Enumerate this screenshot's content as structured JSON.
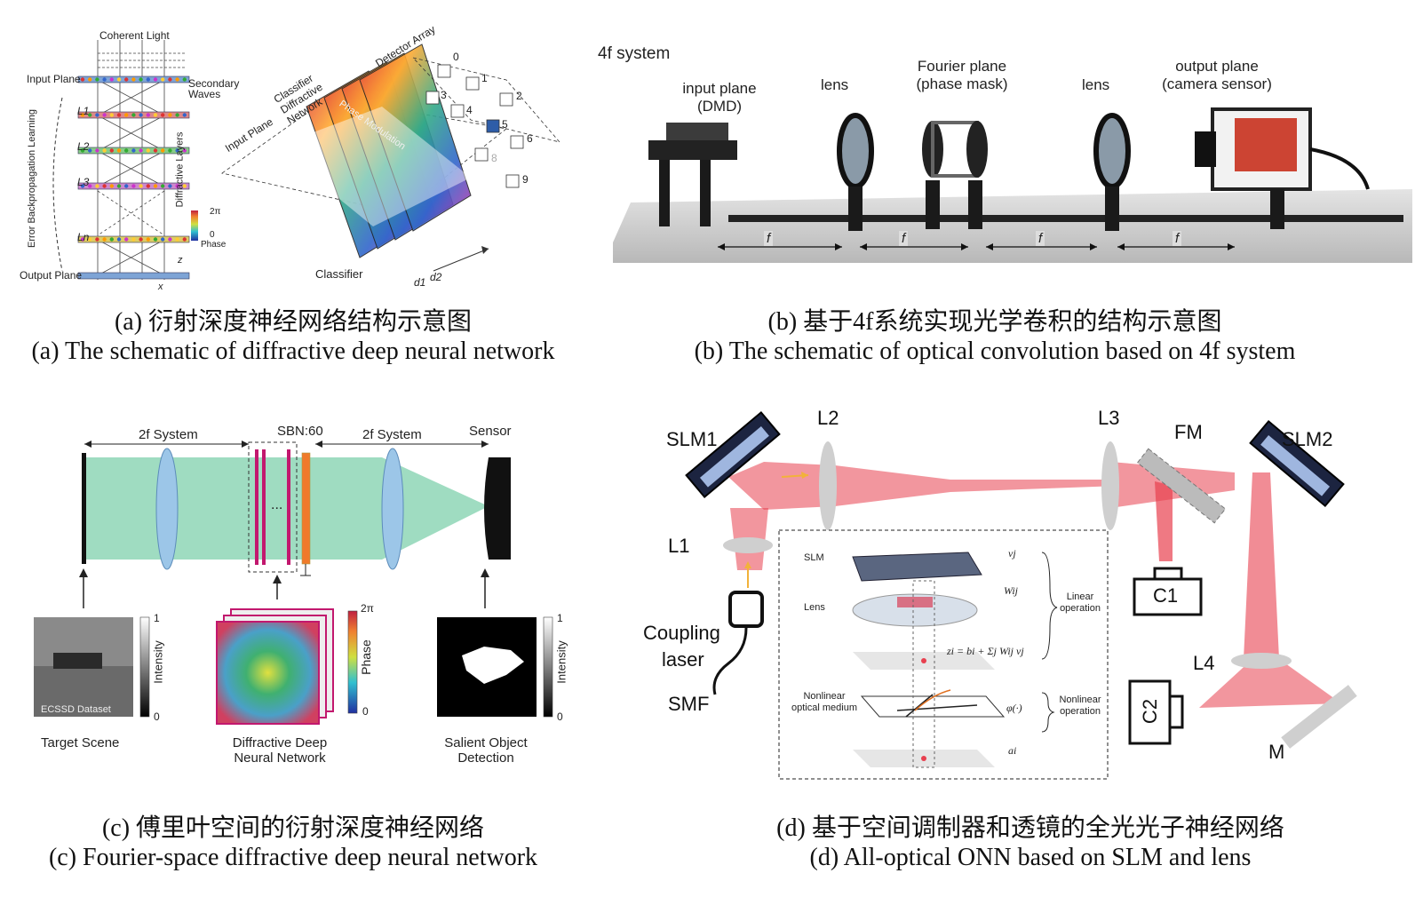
{
  "panel_a": {
    "caption_cn": "(a) 衍射深度神经网络结构示意图",
    "caption_en": "(a) The schematic of diffractive deep neural network",
    "coherent_light": "Coherent Light",
    "input_plane": "Input Plane",
    "secondary_waves": "Secondary Waves",
    "output_plane": "Output Plane",
    "error_backprop": "Error Backpropagation Learning",
    "diffractive_layers": "Diffractive Layers",
    "layers": [
      "L1",
      "L2",
      "L3",
      "Ln"
    ],
    "phase": "Phase",
    "phase_max": "2π",
    "phase_min": "0",
    "classifier_diffractive_network": "Classifier Diffractive Network",
    "input_plane_3d": "Input Plane",
    "detector_array": "Detector Array",
    "phase_modulation": "Phase Modulation",
    "classifier": "Classifier",
    "detectors": [
      "0",
      "1",
      "2",
      "3",
      "4",
      "5",
      "6",
      "8",
      "9"
    ],
    "d1": "d1",
    "d2": "d2",
    "axis_x": "x",
    "axis_z": "z"
  },
  "panel_b": {
    "caption_cn": "(b) 基于4f系统实现光学卷积的结构示意图",
    "caption_en": "(b) The schematic of optical convolution based on 4f system",
    "title": "4f system",
    "input_plane": "input plane",
    "input_plane_sub": "(DMD)",
    "lens": "lens",
    "fourier_plane": "Fourier plane",
    "fourier_plane_sub": "(phase mask)",
    "output_plane": "output plane",
    "output_plane_sub": "(camera sensor)",
    "f_label": "f"
  },
  "panel_c": {
    "caption_cn": "(c) 傅里叶空间的衍射深度神经网络",
    "caption_en": "(c) Fourier-space diffractive deep neural network",
    "two_f_system": "2f System",
    "sbn": "SBN:60",
    "sensor": "Sensor",
    "dots": "...",
    "target_scene": "Target Scene",
    "dataset": "ECSSD Dataset",
    "intensity": "Intensity",
    "scale_one": "1",
    "scale_zero": "0",
    "ddnn_line1": "Diffractive Deep",
    "ddnn_line2": "Neural Network",
    "phase": "Phase",
    "phase_max": "2π",
    "phase_min": "0",
    "salient_line1": "Salient Object",
    "salient_line2": "Detection"
  },
  "panel_d": {
    "caption_cn": "(d) 基于空间调制器和透镜的全光光子神经网络",
    "caption_en": "(d) All-optical ONN based on SLM and lens",
    "slm1": "SLM1",
    "slm2": "SLM2",
    "l1": "L1",
    "l2": "L2",
    "l3": "L3",
    "l4": "L4",
    "fm": "FM",
    "c1": "C1",
    "c2": "C2",
    "m": "M",
    "coupling": "Coupling",
    "laser": "laser",
    "smf": "SMF",
    "inset_slm": "SLM",
    "inset_lens": "Lens",
    "inset_nonlinear_1": "Nonlinear",
    "inset_nonlinear_2": "optical medium",
    "linear_1": "Linear",
    "linear_2": "operation",
    "nonlinear_op_1": "Nonlinear",
    "nonlinear_op_2": "operation",
    "vj": "vj",
    "wij": "Wij",
    "zi_eq": "zi = bi + Σj Wij vj",
    "phi": "φ(·)",
    "ai": "ai"
  },
  "colors": {
    "beam_green": "#9fdcc1",
    "lens_blue": "#9cc6e8",
    "beam_red": "#e8404f",
    "slm_dark": "#1c2440",
    "slm_light": "#9fb6df",
    "orange_plate": "#f07a2a",
    "magenta": "#c2186e"
  }
}
